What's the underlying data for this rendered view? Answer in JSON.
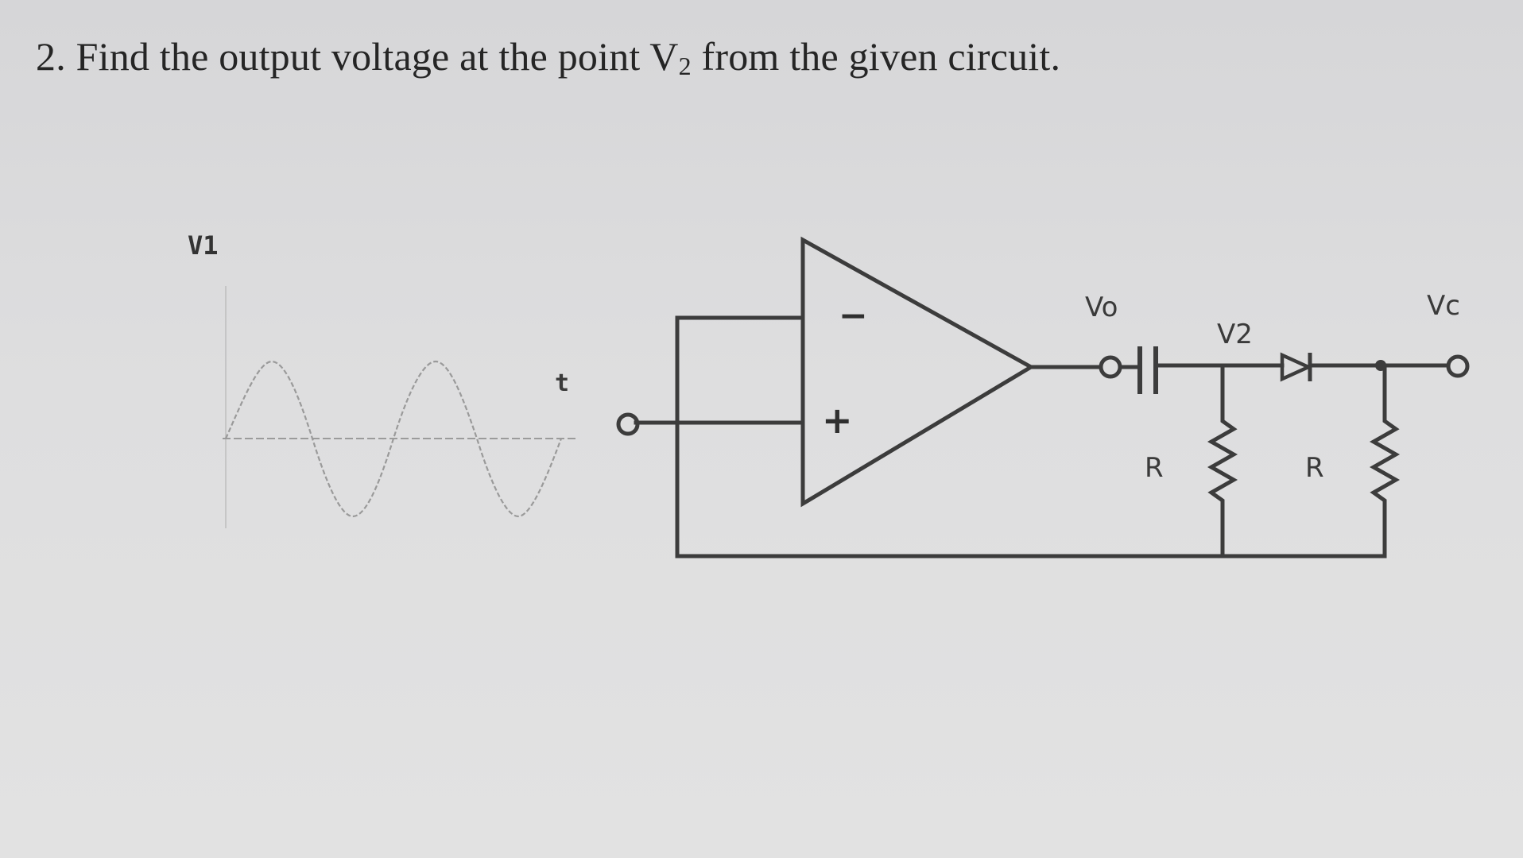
{
  "question": {
    "number": "2.",
    "text_before": "Find the output voltage at the point V",
    "subscript": "2",
    "text_after": " from the given circuit."
  },
  "waveform": {
    "signal_label": "V1",
    "time_axis_label": "t"
  },
  "opamp": {
    "inverting_symbol": "−",
    "noninverting_symbol": "+"
  },
  "circuit": {
    "output_label": "Vo",
    "node_label": "V2",
    "resistor1_label": "R",
    "resistor2_label": "R",
    "terminal_label": "Vc"
  },
  "colors": {
    "ink": "#3c3c3c",
    "paper": "#dcdcdd"
  }
}
